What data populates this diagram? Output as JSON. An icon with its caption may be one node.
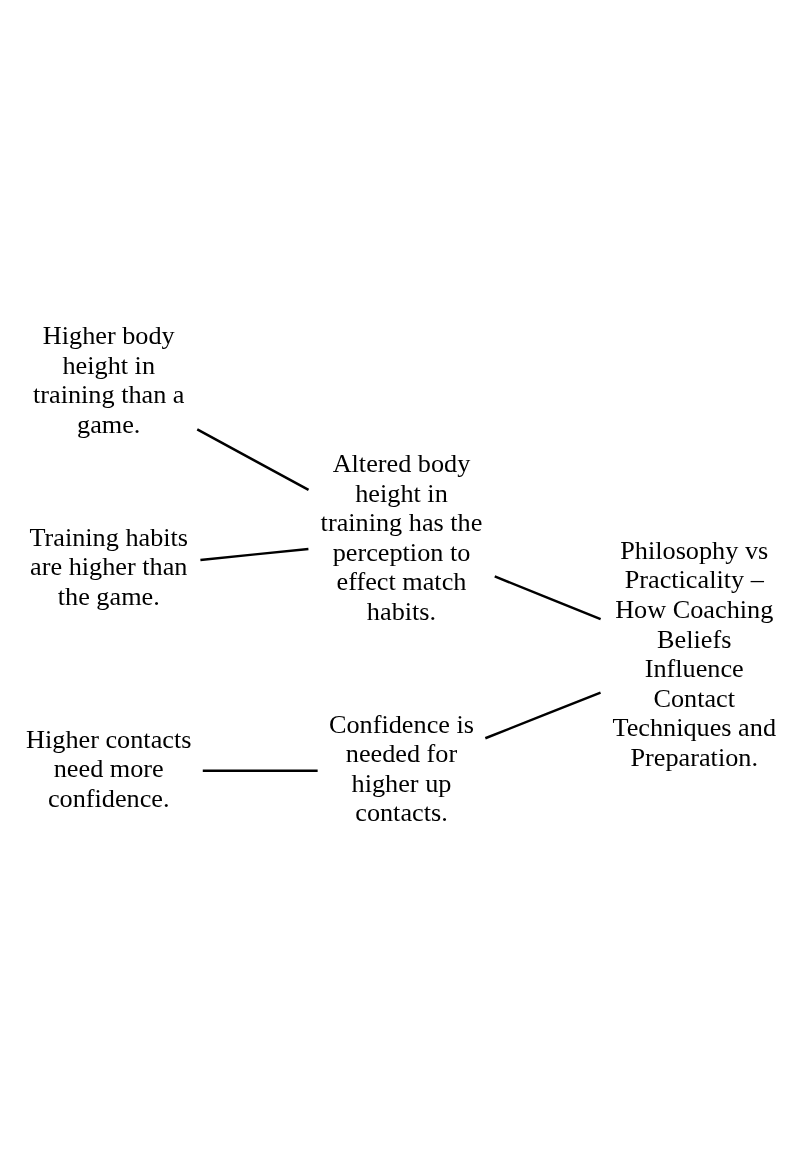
{
  "diagram": {
    "nodes": [
      {
        "text": [
          "Higher body height in training than a game."
        ]
      },
      {
        "text": [
          "Training habits are higher than the game."
        ]
      },
      {
        "text": [
          "Altered body height in training has the perception to effect match habits."
        ]
      },
      {
        "text": [
          "Higher contacts need more confidence."
        ]
      },
      {
        "text": [
          "Confidence is needed for higher up contacts."
        ]
      },
      {
        "text": [
          "Philosophy vs Practicality – How Coaching Beliefs Influence Contact Techniques and Preparation."
        ]
      }
    ],
    "edges": [
      {
        "from": 0,
        "to": 2,
        "arrow": "none"
      },
      {
        "from": 1,
        "to": 2,
        "arrow": "none"
      },
      {
        "from": 3,
        "to": 4,
        "arrow": "none"
      },
      {
        "from": 2,
        "to": 5,
        "arrow": "none"
      },
      {
        "from": 4,
        "to": 5,
        "arrow": "none"
      }
    ]
  }
}
